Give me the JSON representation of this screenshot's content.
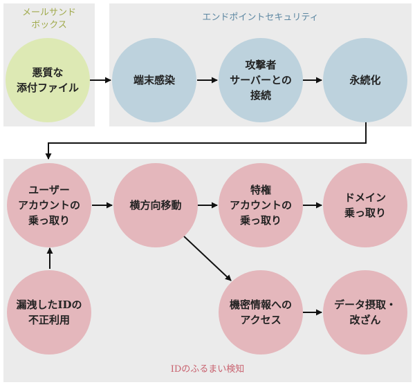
{
  "colors": {
    "mail_green": "#dde9b4",
    "endpoint_blue": "#bdd2dd",
    "id_pink": "#e4b7bc",
    "panel_gray": "#ebebeb",
    "label_green": "#a0aa4c",
    "label_blue": "#5b86a1",
    "label_pink": "#c8616e",
    "arrow": "#111111"
  },
  "panels": {
    "mail_sandbox": "メールサンド\nボックス",
    "endpoint_security": "エンドポイントセキュリティ",
    "id_behavior": "IDのふるまい検知"
  },
  "nodes": {
    "malicious_attachment": "悪質な\n添付ファイル",
    "device_infection": "端末感染",
    "c2_connection": "攻撃者\nサーバーとの\n接続",
    "persistence": "永続化",
    "user_account_takeover": "ユーザー\nアカウントの\n乗っ取り",
    "lateral_movement": "横方向移動",
    "privileged_account_takeover": "特権\nアカウントの\n乗っ取り",
    "domain_takeover": "ドメイン\n乗っ取り",
    "leaked_id_misuse": "漏洩したIDの\n不正利用",
    "sensitive_info_access": "機密情報への\nアクセス",
    "data_theft_tampering": "データ摂取・\n改ざん"
  }
}
